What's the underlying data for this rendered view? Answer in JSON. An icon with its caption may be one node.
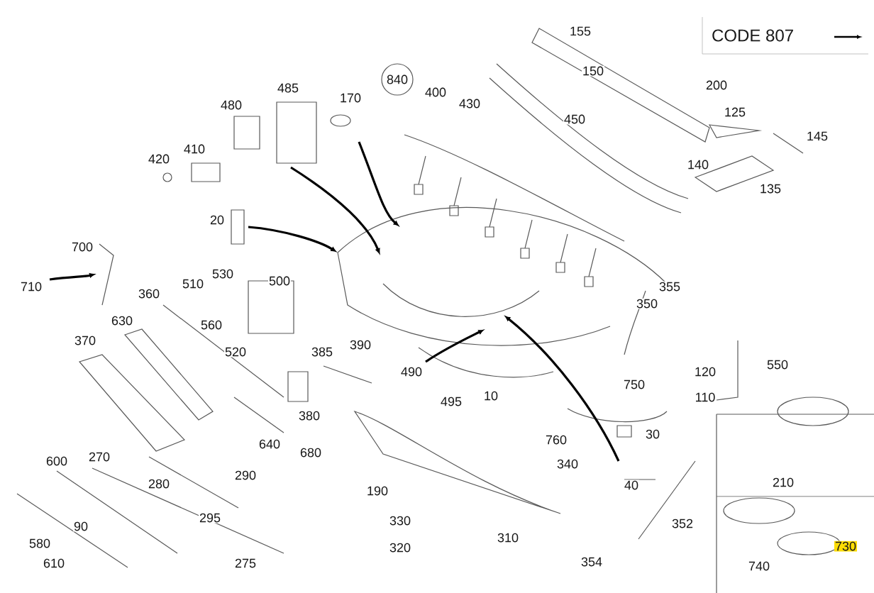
{
  "diagram": {
    "labels": [
      "155",
      "CODE 807",
      "150",
      "485",
      "840",
      "200",
      "480",
      "170",
      "400",
      "430",
      "450",
      "125",
      "145",
      "410",
      "420",
      "140",
      "135",
      "20",
      "700",
      "530",
      "510",
      "500",
      "355",
      "710",
      "350",
      "360",
      "560",
      "630",
      "370",
      "520",
      "385",
      "390",
      "550",
      "120",
      "490",
      "750",
      "110",
      "10",
      "495",
      "380",
      "30",
      "640",
      "680",
      "760",
      "340",
      "600",
      "270",
      "210",
      "290",
      "40",
      "280",
      "190",
      "295",
      "90",
      "352",
      "330",
      "580",
      "320",
      "310",
      "730",
      "740",
      "610",
      "275",
      "354"
    ]
  }
}
